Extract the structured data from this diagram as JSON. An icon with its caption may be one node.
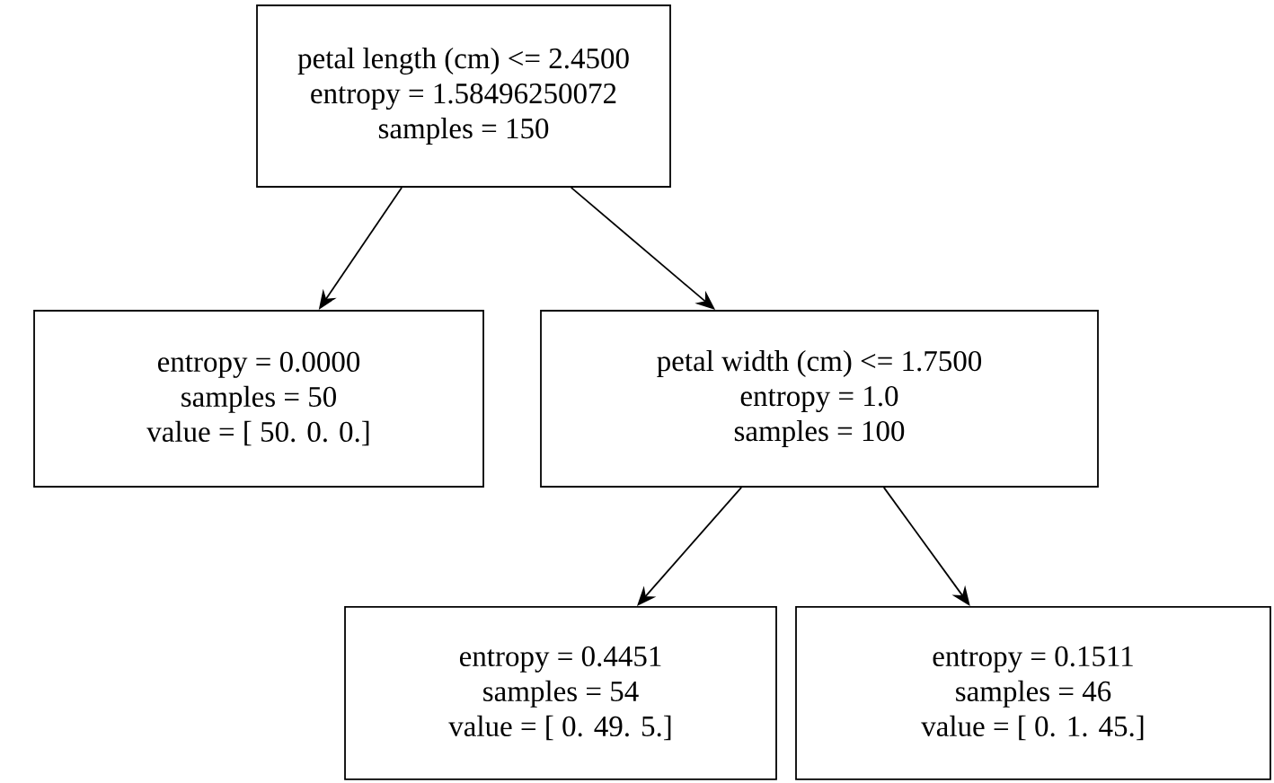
{
  "diagram": {
    "nodes": [
      {
        "text": [
          "petal length (cm) <= 2.4500",
          "entropy = 1.58496250072",
          "samples = 150"
        ]
      },
      {
        "text": [
          "entropy = 0.0000",
          "samples = 50",
          "value = [ 50. 0. 0.]"
        ]
      },
      {
        "text": [
          "petal width (cm) <= 1.7500",
          "entropy = 1.0",
          "samples = 100"
        ]
      },
      {
        "text": [
          "entropy = 0.4451",
          "samples = 54",
          "value = [ 0. 49. 5.]"
        ]
      },
      {
        "text": [
          "entropy = 0.1511",
          "samples = 46",
          "value = [ 0. 1. 45.]"
        ]
      }
    ],
    "edges": [
      {
        "from": 0,
        "to": 1,
        "arrow": "to"
      },
      {
        "from": 0,
        "to": 2,
        "arrow": "to"
      },
      {
        "from": 2,
        "to": 3,
        "arrow": "to"
      },
      {
        "from": 2,
        "to": 4,
        "arrow": "to"
      }
    ]
  }
}
